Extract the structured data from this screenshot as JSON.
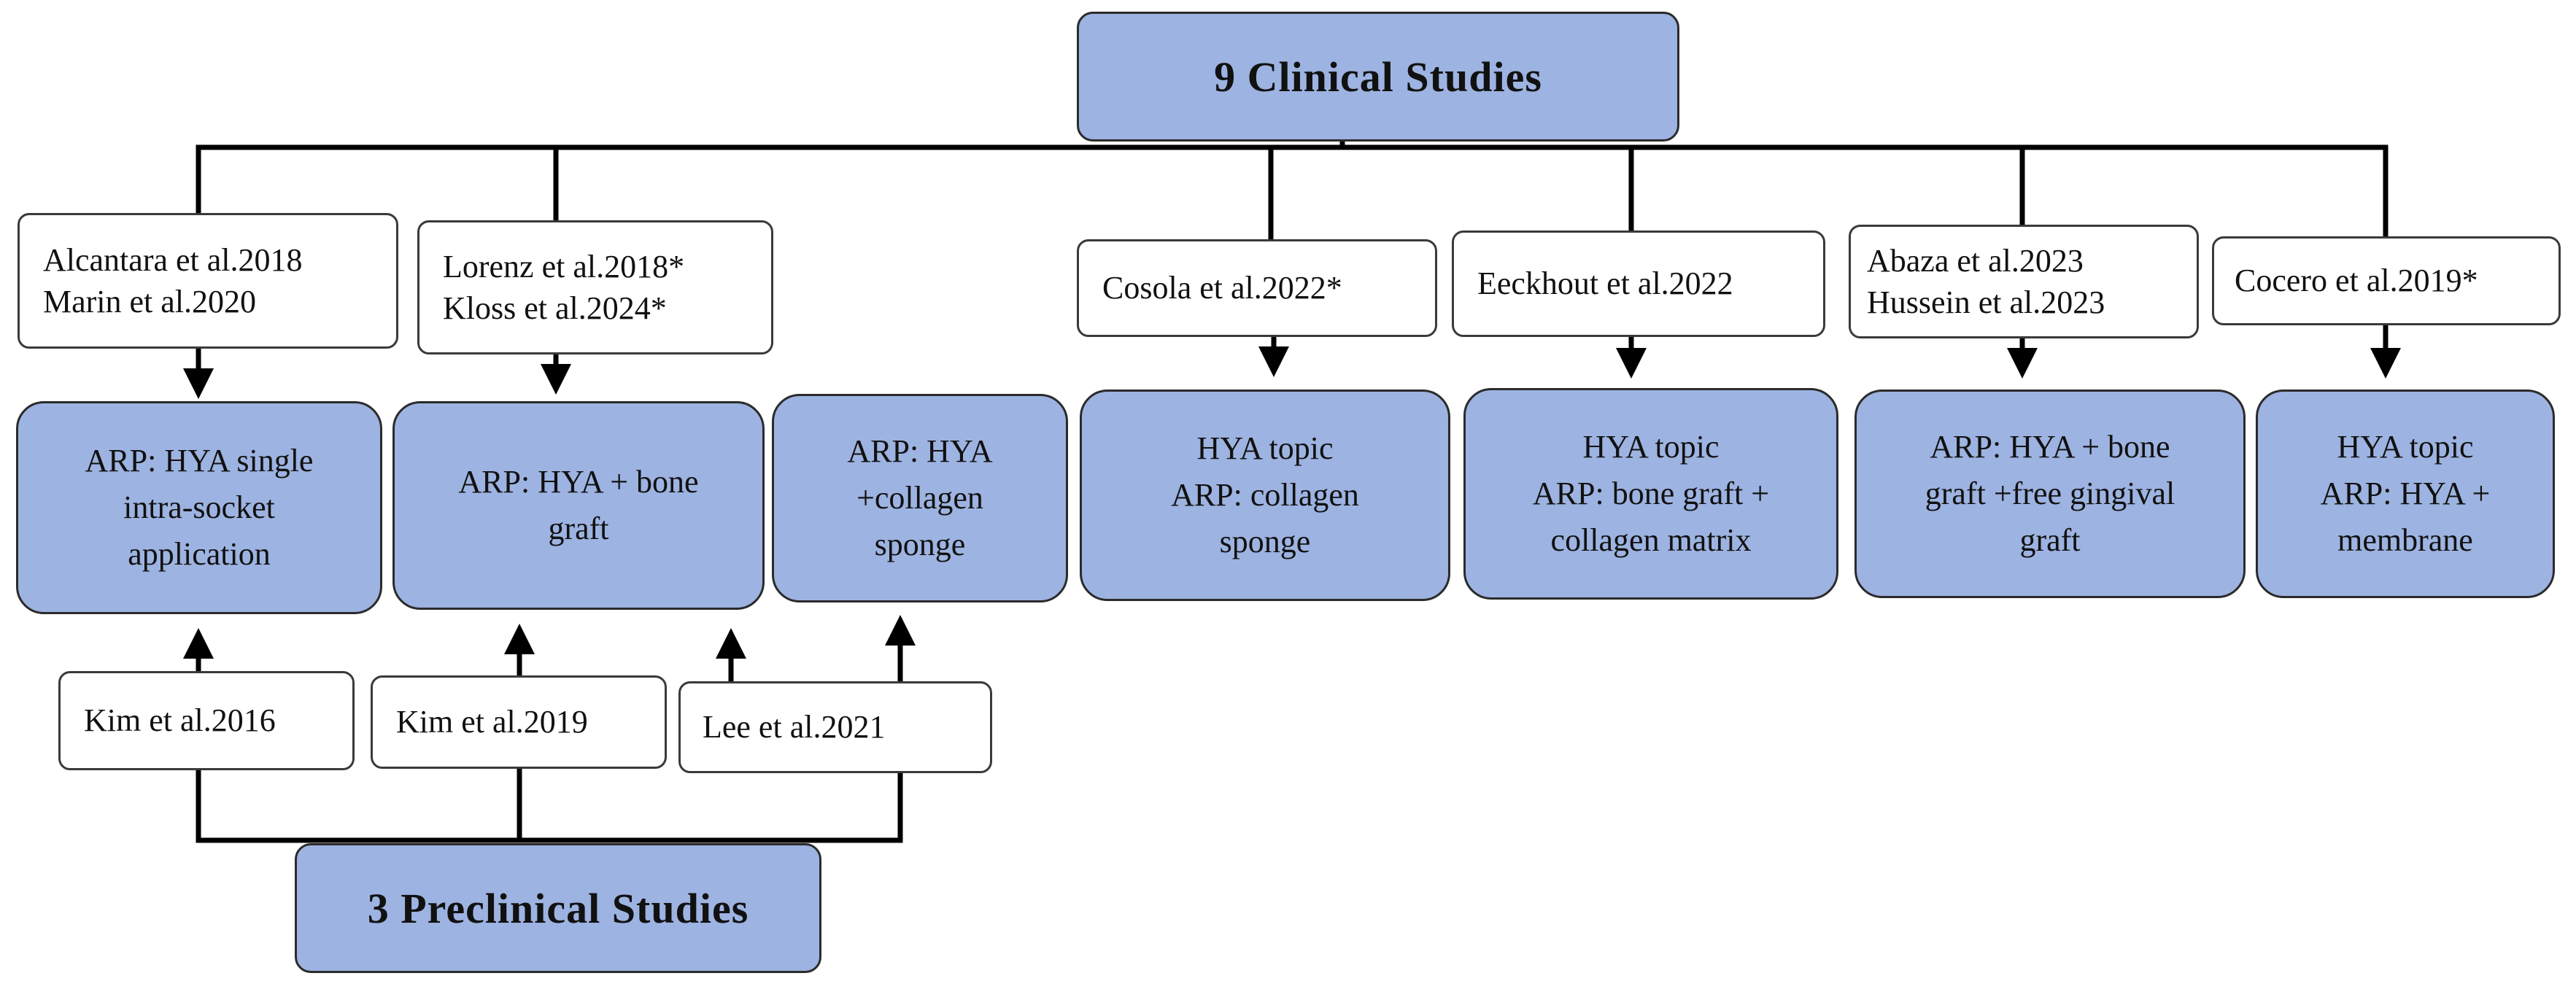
{
  "clinical_header": "9 Clinical Studies",
  "preclinical_header": "3  Preclinical  Studies",
  "clinical_authors": [
    {
      "lines": [
        "Alcantara et al.2018",
        "Marin et al.2020"
      ]
    },
    {
      "lines": [
        "Lorenz et al.2018*",
        "Kloss et al.2024*"
      ]
    },
    {
      "lines": [
        "Cosola et al.2022*"
      ]
    },
    {
      "lines": [
        "Eeckhout et al.2022"
      ]
    },
    {
      "lines": [
        "Abaza et al.2023",
        "Hussein et al.2023"
      ]
    },
    {
      "lines": [
        "Cocero et al.2019*"
      ]
    }
  ],
  "treatments": [
    {
      "lines": [
        "ARP: HYA single",
        "intra-socket",
        "application"
      ]
    },
    {
      "lines": [
        "ARP: HYA + bone",
        "graft"
      ]
    },
    {
      "lines": [
        "ARP: HYA",
        "+collagen",
        "sponge"
      ]
    },
    {
      "lines": [
        "HYA topic",
        "ARP: collagen",
        "sponge"
      ]
    },
    {
      "lines": [
        "HYA topic",
        "ARP: bone graft +",
        "collagen matrix"
      ]
    },
    {
      "lines": [
        "ARP: HYA + bone",
        "graft +free gingival",
        "graft"
      ]
    },
    {
      "lines": [
        "HYA topic",
        "ARP: HYA +",
        "membrane"
      ]
    }
  ],
  "preclinical_authors": [
    {
      "lines": [
        "Kim et al.2016"
      ]
    },
    {
      "lines": [
        "Kim et al.2019"
      ]
    },
    {
      "lines": [
        "Lee et al.2021"
      ]
    }
  ],
  "colors": {
    "box_fill": "#9db3e1",
    "border": "#2b2b2b",
    "line": "#000000"
  }
}
